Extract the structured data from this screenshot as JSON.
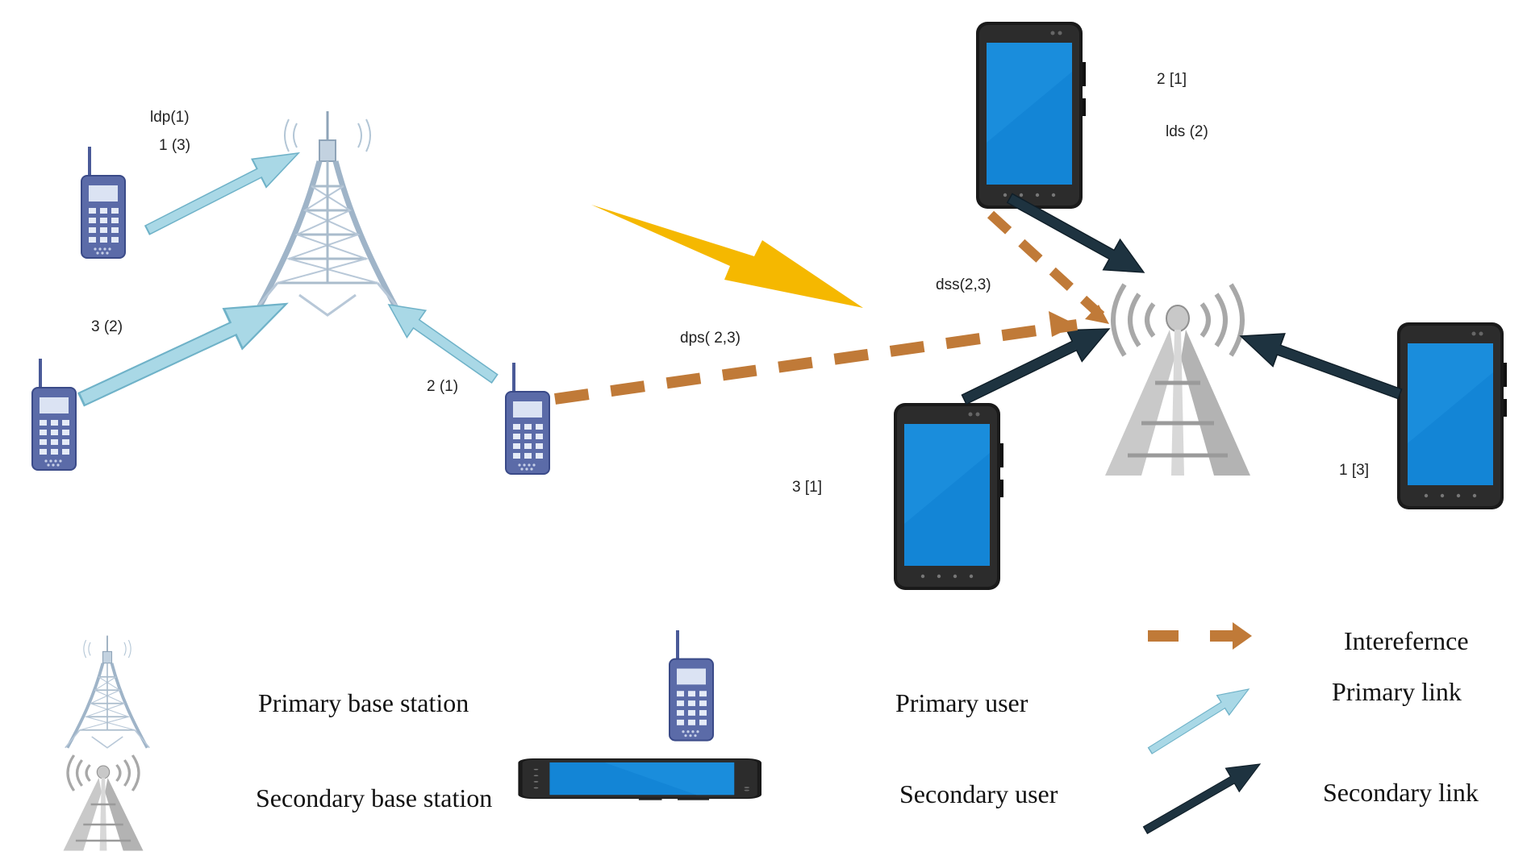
{
  "labels": {
    "ldp1": "ldp(1)",
    "p1_3": "1 (3)",
    "p3_2": "3 (2)",
    "p2_1": "2 (1)",
    "dps": "dps( 2,3)",
    "dss": "dss(2,3)",
    "s2_1": "2 [1]",
    "lds2": "lds (2)",
    "s3_1": "3 [1]",
    "s1_3": "1 [3]"
  },
  "legend": {
    "primary_bs": "Primary base station",
    "secondary_bs": "Secondary base station",
    "primary_user": "Primary user",
    "secondary_user": "Secondary user",
    "interference": "Interefernce",
    "primary_link": "Primary link",
    "secondary_link": "Secondary link"
  },
  "colors": {
    "primary_link": "#a9d8e6",
    "primary_link_edge": "#6fb2c8",
    "secondary_link": "#1e3340",
    "interference": "#c07a38",
    "lightning": "#f5b800",
    "phone_screen": "#1385d6",
    "handset": "#5a6aa8"
  },
  "icons": {
    "primary_bs": "lattice-tower-icon",
    "secondary_bs": "broadcast-tower-icon",
    "primary_user": "walkie-handset-icon",
    "secondary_user": "smartphone-icon",
    "interference": "lightning-icon"
  }
}
